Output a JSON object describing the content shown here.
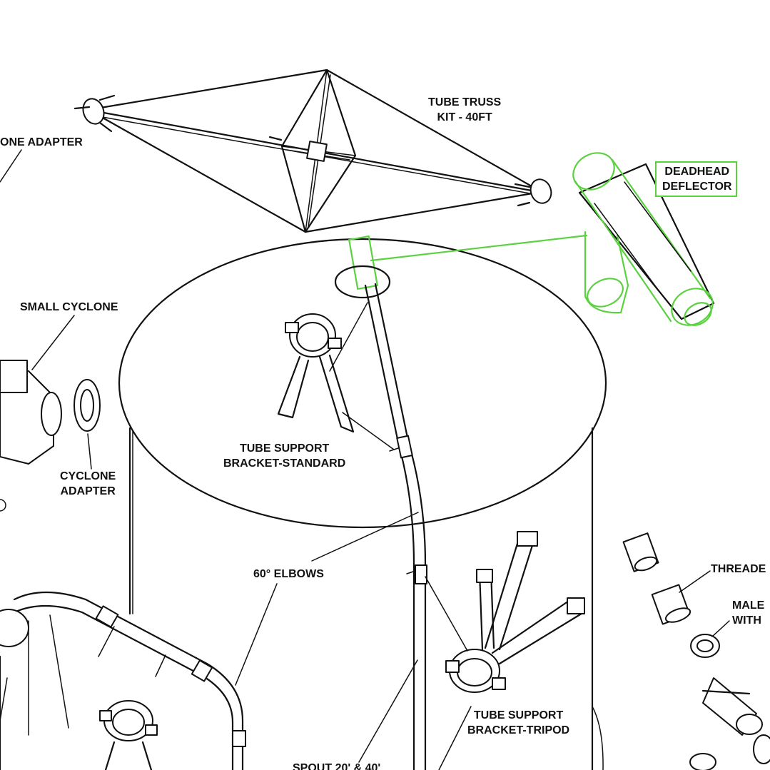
{
  "labels": {
    "tube_truss": [
      "TUBE TRUSS",
      "KIT - 40FT"
    ],
    "cyclone_adapter_top": "ONE ADAPTER",
    "deadhead_deflector": [
      "DEADHEAD",
      "DEFLECTOR"
    ],
    "small_cyclone": "SMALL CYCLONE",
    "cyclone_adapter": [
      "CYCLONE",
      "ADAPTER"
    ],
    "tube_support_standard": [
      "TUBE SUPPORT",
      "BRACKET-STANDARD"
    ],
    "elbows": "60° ELBOWS",
    "threaded": "THREADE",
    "male_with": [
      "MALE",
      "WITH"
    ],
    "tube_support_tripod": [
      "TUBE SUPPORT",
      "BRACKET-TRIPOD"
    ],
    "spout": "SPOUT 20' & 40'"
  },
  "highlight_color": "#5ad13f"
}
